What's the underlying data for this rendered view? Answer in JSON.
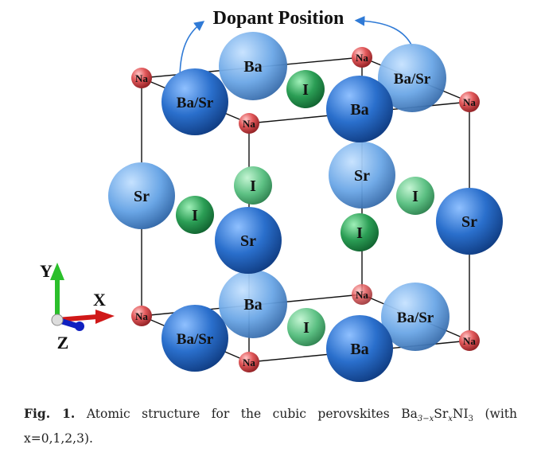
{
  "diagram": {
    "title": "Dopant Position",
    "axes": {
      "y": "Y",
      "x": "X",
      "z": "Z"
    },
    "atom_labels": {
      "na": "Na",
      "ba": "Ba",
      "sr": "Sr",
      "ba_sr": "Ba/Sr",
      "i": "I"
    },
    "colors": {
      "na": "#e2595b",
      "ba": "#1f66c7",
      "sr": "#2d6fc9",
      "ba_sr": "#2a73cc",
      "i": "#2b9e55",
      "bond": "#111111",
      "arrow": "#2f7ad6",
      "axis_y": "#2bbf2b",
      "axis_x": "#d01818",
      "axis_z": "#1020c0"
    }
  },
  "caption": {
    "fig_label": "Fig. 1.",
    "text_before_formula": "Atomic structure for the cubic perovskites",
    "formula_plain": "Ba3−xSrxNI3",
    "text_after_formula": "(with x=0,1,2,3)."
  }
}
